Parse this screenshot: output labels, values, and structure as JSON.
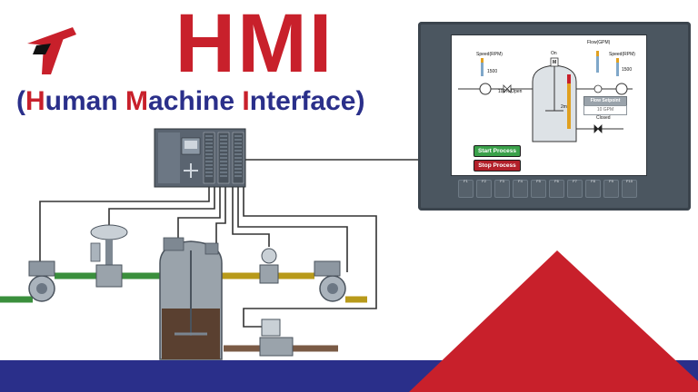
{
  "header": {
    "title": "HMI",
    "subtitle_parts": [
      {
        "text": "(",
        "highlight": false
      },
      {
        "text": "H",
        "highlight": true
      },
      {
        "text": "uman ",
        "highlight": false
      },
      {
        "text": "M",
        "highlight": true
      },
      {
        "text": "achine ",
        "highlight": false
      },
      {
        "text": "I",
        "highlight": true
      },
      {
        "text": "nterface)",
        "highlight": false
      }
    ]
  },
  "colors": {
    "brand_red": "#c8202b",
    "brand_blue": "#2a2f8a",
    "pipe_green": "#3a8f3c",
    "pipe_yellow": "#b89a1a",
    "pipe_brown": "#7a5a45",
    "panel_gray": "#4b5660"
  },
  "hmi_screen": {
    "speed_left_label": "Speed(RPM)",
    "speed_left_value": "1500",
    "valve_open_label": "100% Open",
    "tank_top_label": "On",
    "motor_label": "M",
    "tank_level_label": "2m",
    "flow_label": "Flow(GPM)",
    "speed_right_label": "Speed(RPM)",
    "speed_right_value": "1500",
    "flow_setpoint_label": "Flow Setpoint",
    "flow_setpoint_value": "10 GPM",
    "closed_label": "Closed",
    "start_button": "Start Process",
    "stop_button": "Stop Process"
  },
  "function_keys": [
    "F1",
    "F2",
    "F3",
    "F4",
    "F5",
    "F6",
    "F7",
    "F8",
    "F9",
    "F10"
  ]
}
